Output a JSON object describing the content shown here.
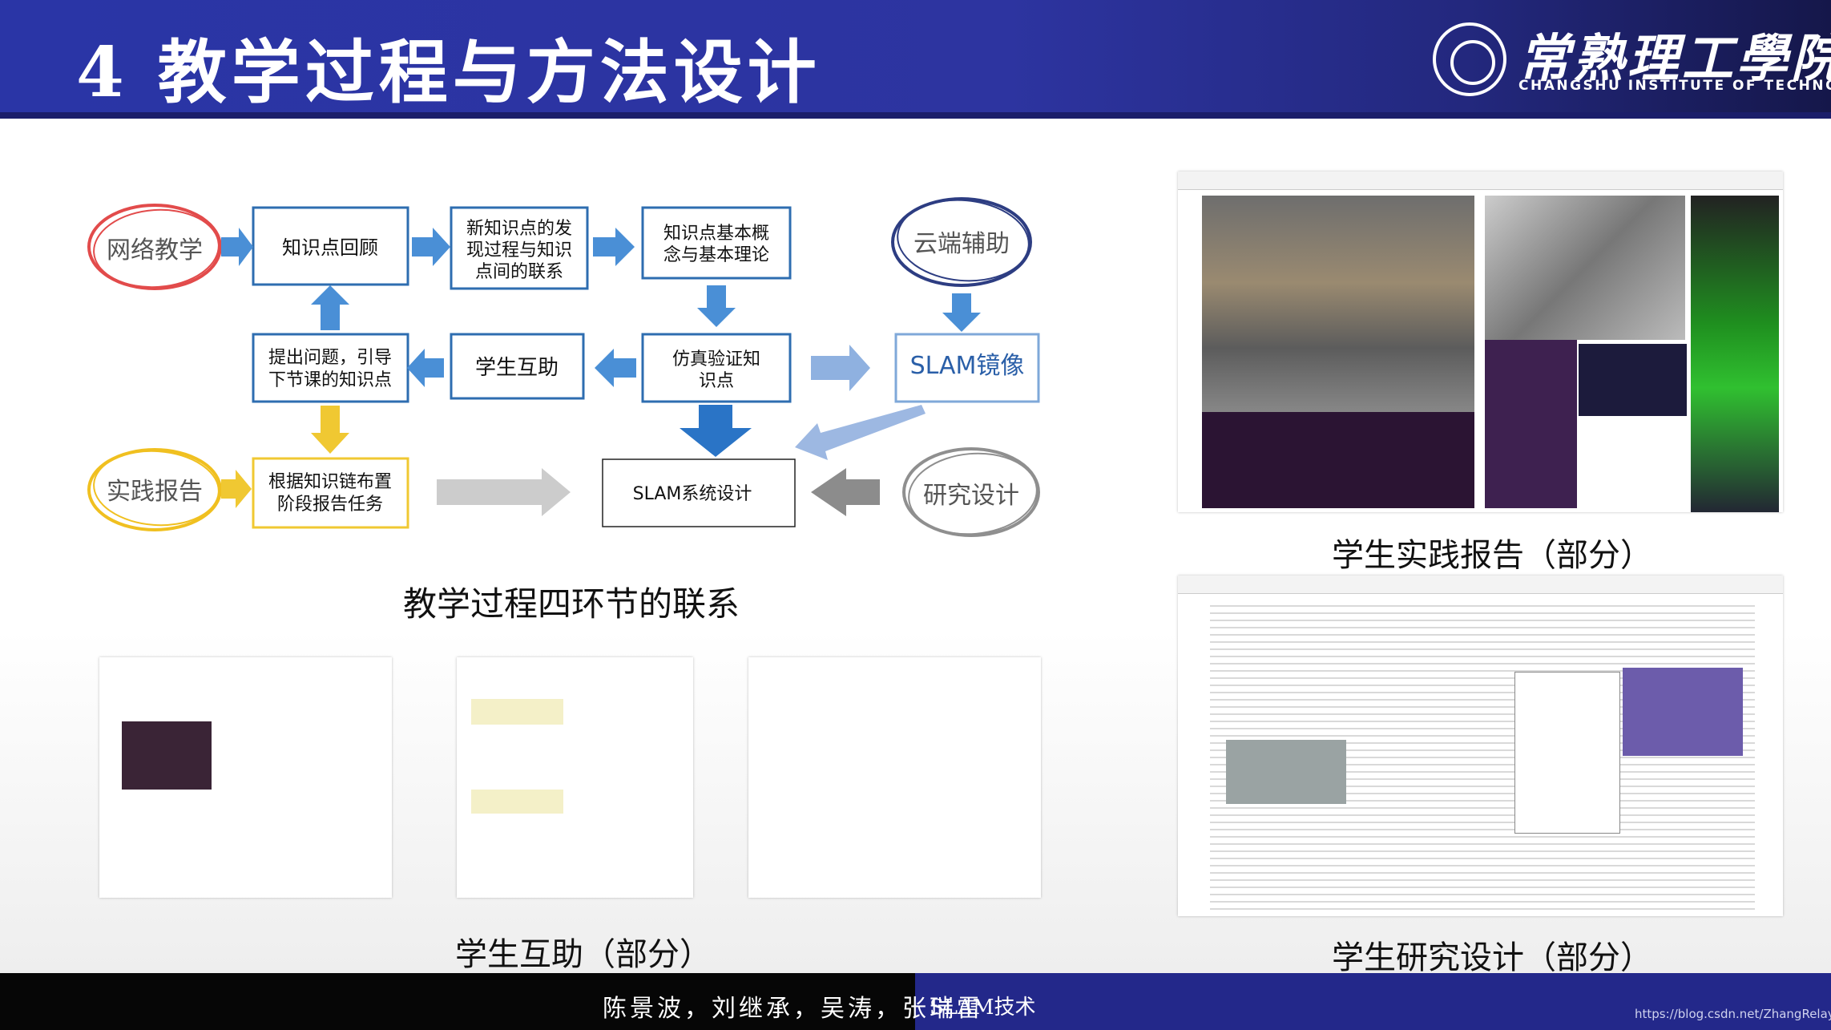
{
  "header": {
    "title": "4 教学过程与方法设计",
    "logo_name": "常熟理工學院",
    "logo_en": "CHANGSHU INSTITUTE OF TECHNOLOGY"
  },
  "diagram": {
    "nodes": {
      "wangluo": "网络教学",
      "zhishidian_huigu": "知识点回顾",
      "faxian_1": "新知识点的发",
      "faxian_2": "现过程与知识",
      "faxian_3": "点间的联系",
      "gainian_1": "知识点基本概",
      "gainian_2": "念与基本理论",
      "yunduan": "云端辅助",
      "tichu_1": "提出问题，引导",
      "tichu_2": "下节课的知识点",
      "huzhu": "学生互助",
      "fangzhen_1": "仿真验证知",
      "fangzhen_2": "识点",
      "slam_jingxiang": "SLAM镜像",
      "shijian": "实践报告",
      "genju_1": "根据知识链布置",
      "genju_2": "阶段报告任务",
      "slam_sheji": "SLAM系统设计",
      "yanjiu": "研究设计"
    },
    "caption": "教学过程四环节的联系"
  },
  "captions": {
    "practice": "学生实践报告（部分）",
    "mutual": "学生互助（部分）",
    "research": "学生研究设计（部分）"
  },
  "footer": {
    "authors": "陈景波，刘继承，吴涛，张瑞雷",
    "course": "SLAM技术",
    "url": "https://blog.csdn.net/ZhangRelay"
  },
  "colors": {
    "header_blue": "#2a35a6",
    "box_border": "#2e6db0",
    "arrow_blue": "#4a8fd6",
    "arrow_gray": "#8c8c8c",
    "arrow_yellow": "#f0c832",
    "red_ellipse": "#e24b4b",
    "yellow_ellipse": "#f0c020",
    "navy_ellipse": "#2d3d82",
    "gray_ellipse": "#8f8f8f"
  }
}
